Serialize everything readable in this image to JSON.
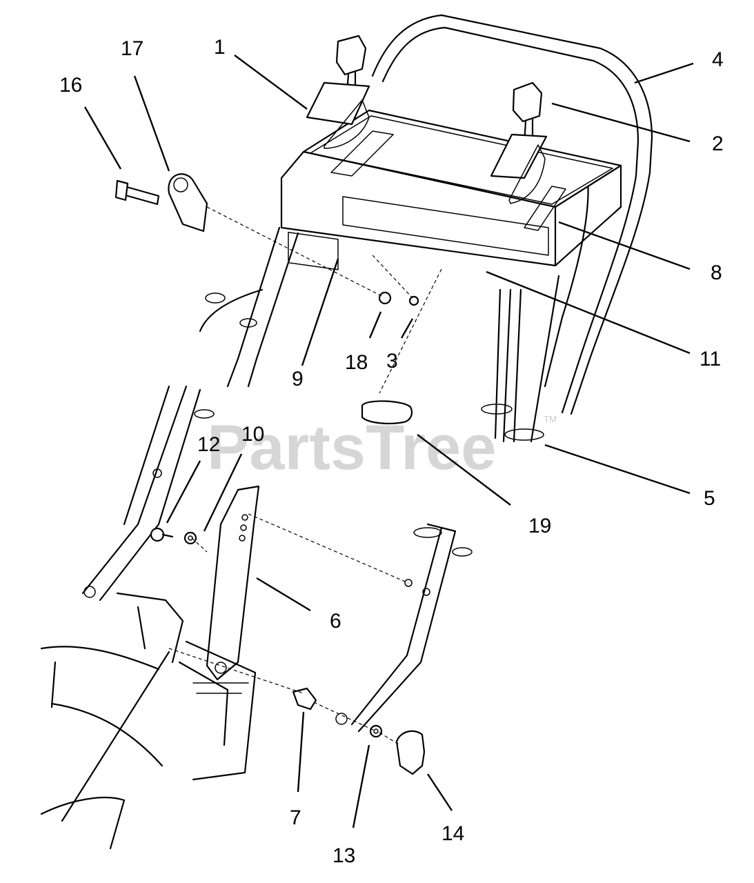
{
  "diagram": {
    "watermark": "PartsTree",
    "trademark": "TM",
    "callouts": [
      {
        "id": "c1",
        "label": "1"
      },
      {
        "id": "c2",
        "label": "2"
      },
      {
        "id": "c3",
        "label": "3"
      },
      {
        "id": "c4",
        "label": "4"
      },
      {
        "id": "c5",
        "label": "5"
      },
      {
        "id": "c6",
        "label": "6"
      },
      {
        "id": "c7",
        "label": "7"
      },
      {
        "id": "c8",
        "label": "8"
      },
      {
        "id": "c9",
        "label": "9"
      },
      {
        "id": "c10",
        "label": "10"
      },
      {
        "id": "c11",
        "label": "11"
      },
      {
        "id": "c12",
        "label": "12"
      },
      {
        "id": "c13",
        "label": "13"
      },
      {
        "id": "c14",
        "label": "14"
      },
      {
        "id": "c16",
        "label": "16"
      },
      {
        "id": "c17",
        "label": "17"
      },
      {
        "id": "c18",
        "label": "18"
      },
      {
        "id": "c19",
        "label": "19"
      }
    ]
  }
}
